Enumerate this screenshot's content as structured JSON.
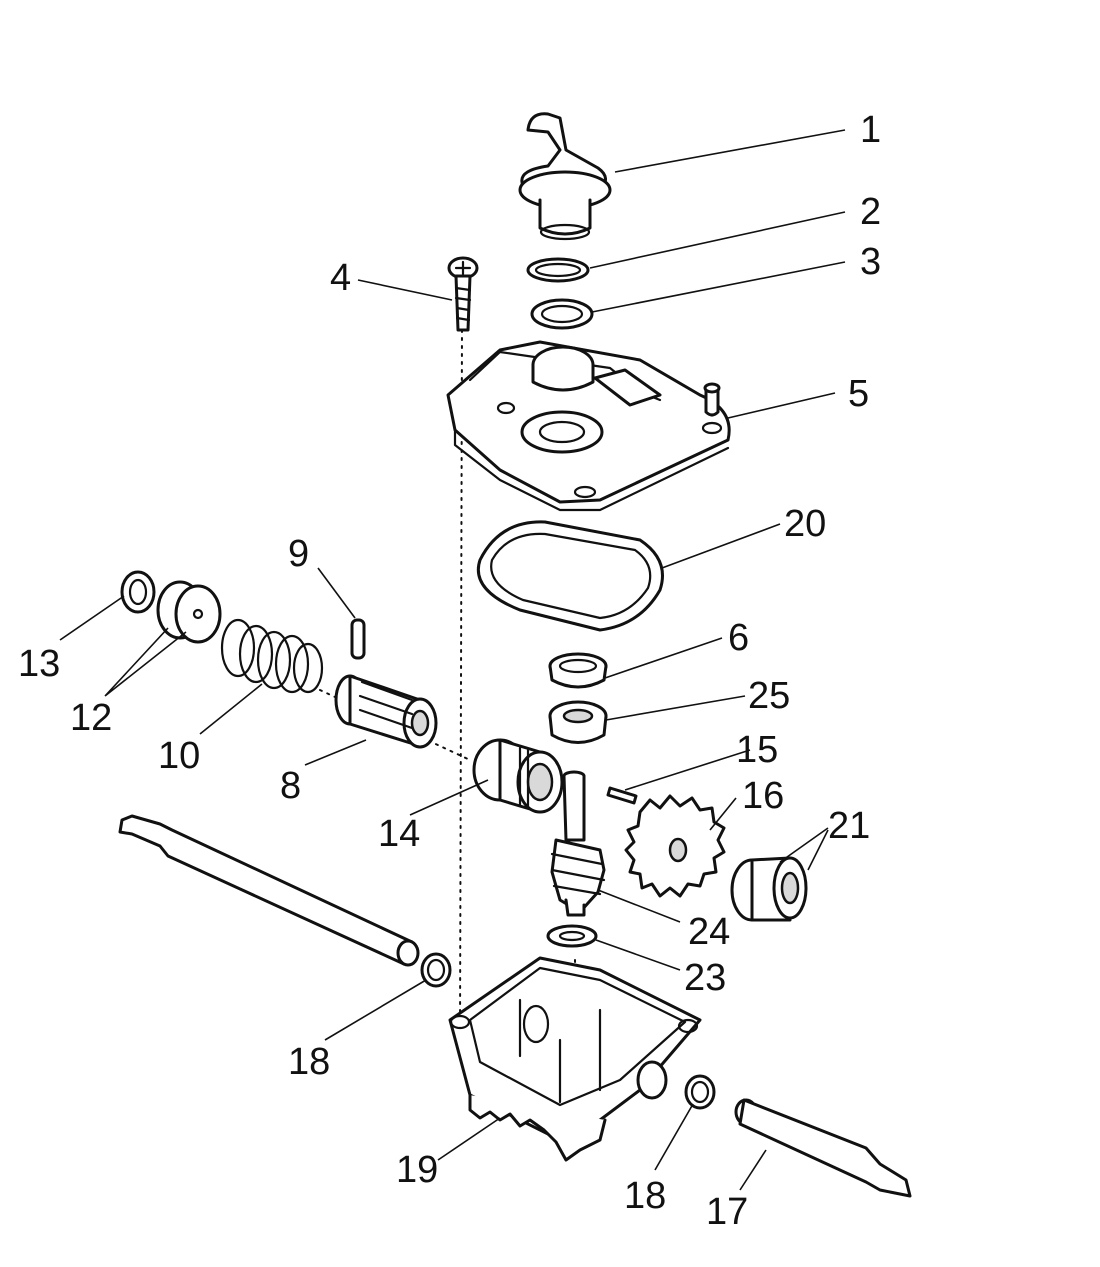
{
  "diagram": {
    "labels": {
      "p1": "1",
      "p2": "2",
      "p3": "3",
      "p4": "4",
      "p5": "5",
      "p6": "6",
      "p8": "8",
      "p9": "9",
      "p10": "10",
      "p12": "12",
      "p13": "13",
      "p14": "14",
      "p15": "15",
      "p16": "16",
      "p17": "17",
      "p18a": "18",
      "p18b": "18",
      "p19": "19",
      "p20": "20",
      "p21": "21",
      "p23": "23",
      "p24": "24",
      "p25": "25"
    }
  }
}
